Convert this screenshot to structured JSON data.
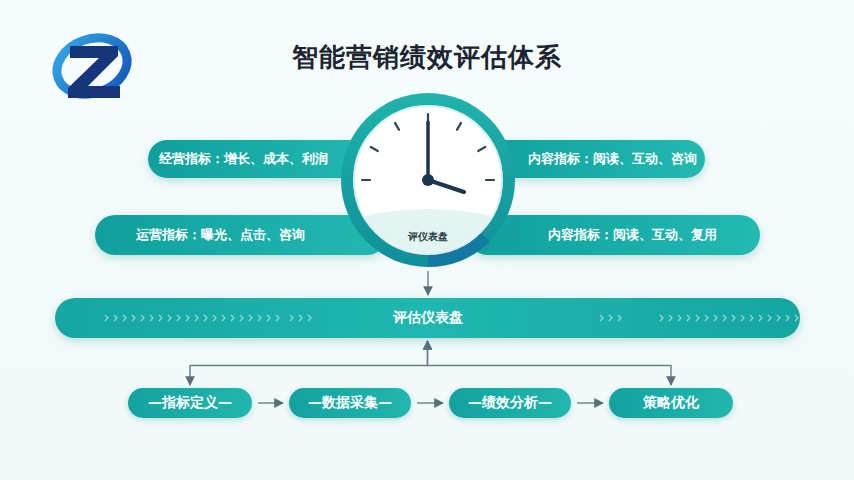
{
  "diagram": {
    "title": "智能营销绩效评估体系",
    "nodes": [
      {
        "text": [
          "经营指标：增长、成本、利润"
        ]
      },
      {
        "text": [
          "内容指标：阅读、互动、咨询"
        ]
      },
      {
        "text": [
          "评仪表盘"
        ]
      },
      {
        "text": [
          "运营指标：曝光、点击、咨询"
        ]
      },
      {
        "text": [
          "内容指标：阅读、互动、复用"
        ]
      },
      {
        "text": [
          "评估仪表盘"
        ]
      },
      {
        "text": [
          "—指标定义—"
        ]
      },
      {
        "text": [
          "—数据采集—"
        ]
      },
      {
        "text": [
          "—绩效分析—"
        ]
      },
      {
        "text": [
          "策略优化"
        ]
      }
    ],
    "edges": [
      {
        "from": 2,
        "to": 5,
        "arrow": "to"
      },
      {
        "from": 6,
        "to": 7,
        "arrow": "to"
      },
      {
        "from": 7,
        "to": 8,
        "arrow": "to"
      },
      {
        "from": 8,
        "to": 9,
        "arrow": "to"
      },
      {
        "from": 5,
        "to": 6,
        "arrow": "both"
      },
      {
        "from": 5,
        "to": 9,
        "arrow": "both"
      }
    ]
  }
}
